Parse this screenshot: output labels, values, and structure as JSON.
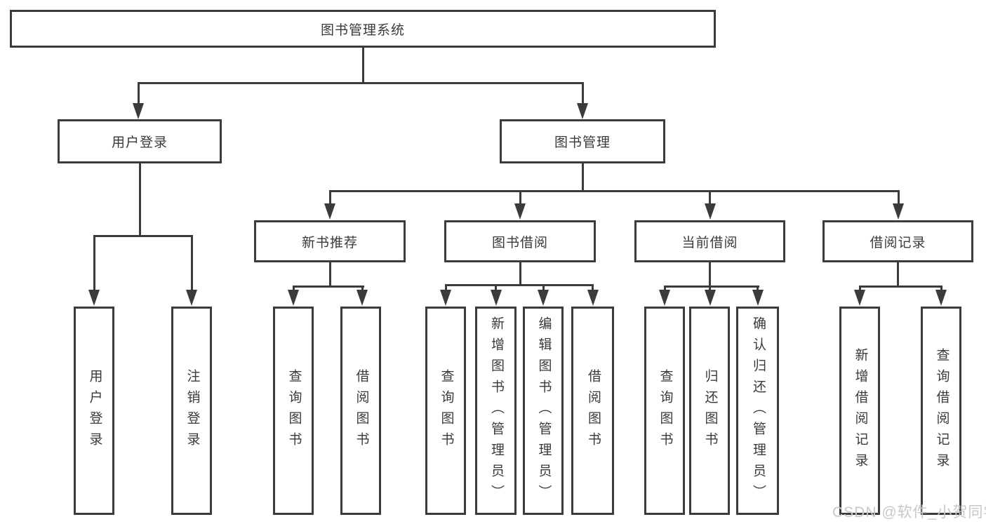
{
  "colors": {
    "line": "#3b3b3b",
    "text": "#3a3a3a",
    "watermark": "#c8c8c8",
    "background": "#ffffff"
  },
  "tree": {
    "root": {
      "label": "图书管理系统"
    },
    "level1": [
      {
        "label": "用户登录"
      },
      {
        "label": "图书管理"
      }
    ],
    "level2": [
      {
        "label": "新书推荐"
      },
      {
        "label": "图书借阅"
      },
      {
        "label": "当前借阅"
      },
      {
        "label": "借阅记录"
      }
    ],
    "leaves": {
      "user_login": [
        "用户登录",
        "注销登录"
      ],
      "new_books": [
        "查询图书",
        "借阅图书"
      ],
      "book_borrow": [
        "查询图书",
        "新增图书（管理员）",
        "编辑图书（管理员）",
        "借阅图书"
      ],
      "current_borrow": [
        "查询图书",
        "归还图书",
        "确认归还（管理员）"
      ],
      "borrow_records": [
        "新增借阅记录",
        "查询借阅记录"
      ]
    }
  },
  "watermark": {
    "text": "CSDN @软件_小贺同学"
  }
}
